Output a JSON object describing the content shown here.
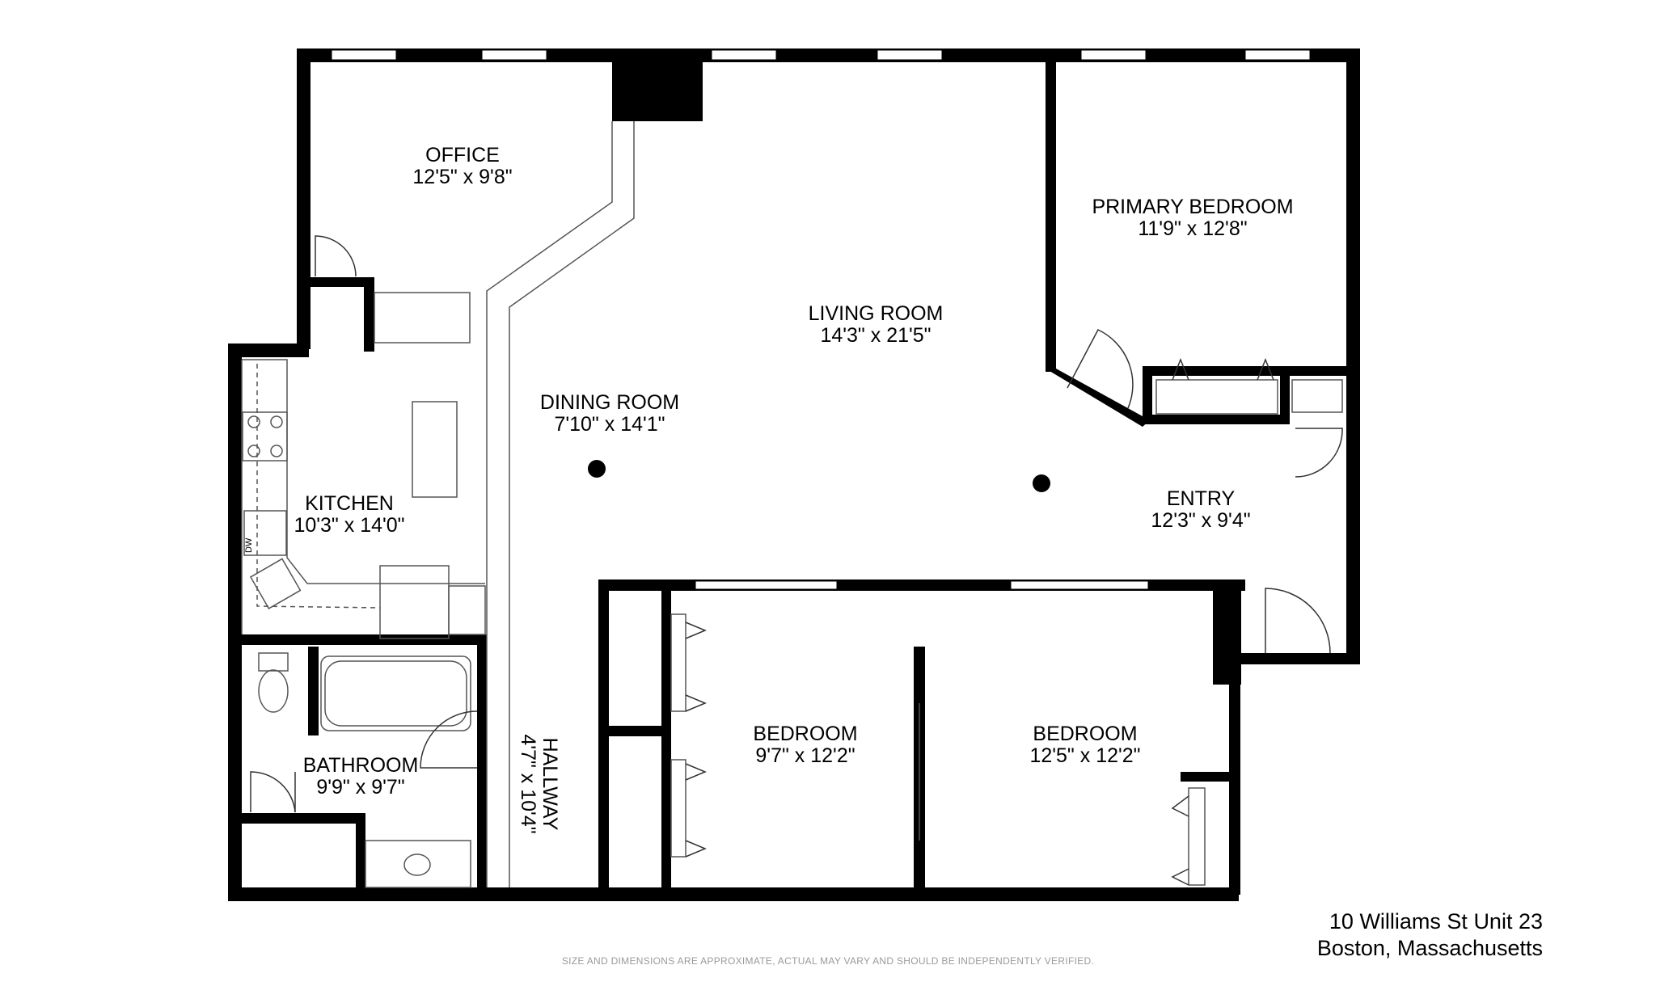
{
  "rooms": {
    "office": {
      "name": "OFFICE",
      "dims": "12'5\" x 9'8\""
    },
    "primary_bedroom": {
      "name": "PRIMARY BEDROOM",
      "dims": "11'9\" x 12'8\""
    },
    "living_room": {
      "name": "LIVING ROOM",
      "dims": "14'3\" x 21'5\""
    },
    "dining_room": {
      "name": "DINING ROOM",
      "dims": "7'10\" x 14'1\""
    },
    "kitchen": {
      "name": "KITCHEN",
      "dims": "10'3\" x 14'0\""
    },
    "entry": {
      "name": "ENTRY",
      "dims": "12'3\" x 9'4\""
    },
    "bathroom": {
      "name": "BATHROOM",
      "dims": "9'9\" x 9'7\""
    },
    "hallway": {
      "name": "HALLWAY",
      "dims": "4'7\" x 10'4\""
    },
    "bedroom_1": {
      "name": "BEDROOM",
      "dims": "9'7\" x 12'2\""
    },
    "bedroom_2": {
      "name": "BEDROOM",
      "dims": "12'5\" x 12'2\""
    }
  },
  "appliance_labels": {
    "dishwasher": "DW"
  },
  "address": {
    "line1": "10 Williams St Unit 23",
    "line2": "Boston, Massachusetts"
  },
  "disclaimer": "SIZE AND DIMENSIONS ARE APPROXIMATE, ACTUAL MAY VARY AND SHOULD BE INDEPENDENTLY VERIFIED.",
  "colors": {
    "wall": "#000000",
    "fixture": "#555555",
    "background": "#ffffff"
  }
}
